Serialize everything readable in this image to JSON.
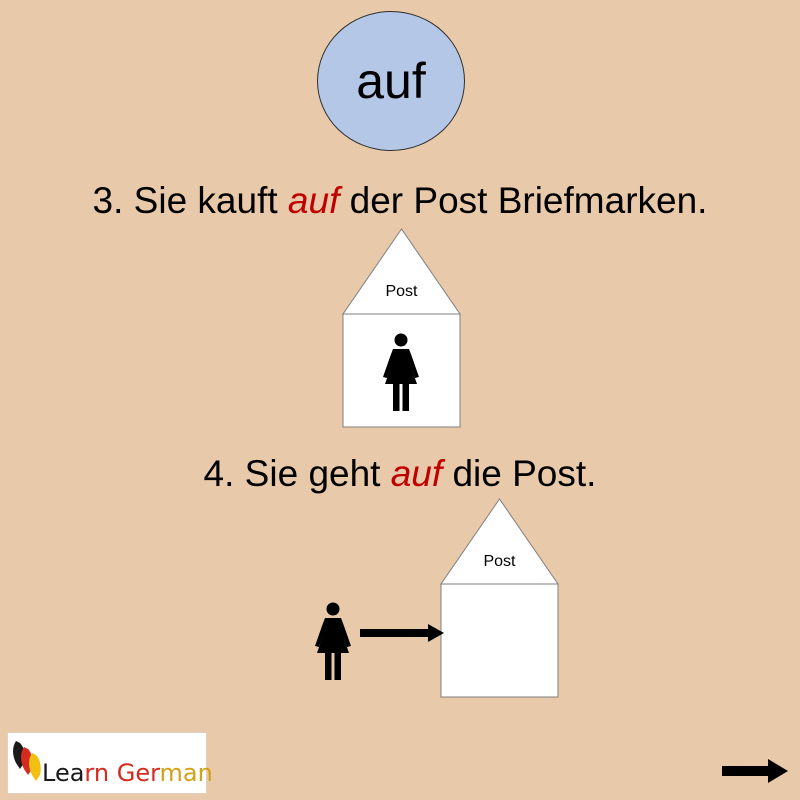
{
  "title": {
    "word": "auf"
  },
  "sentence3": {
    "before": "3. Sie kauft ",
    "highlight": "auf",
    "after": " der Post Briefmarken."
  },
  "sentence4": {
    "before": "4. Sie geht ",
    "highlight": "auf",
    "after": " die Post."
  },
  "house1": {
    "label": "Post"
  },
  "house2": {
    "label": "Post"
  },
  "logo": {
    "part1": "Lea",
    "part2": "rn ",
    "part3": "Ger",
    "part4": "man"
  },
  "colors": {
    "background": "#e8c9aa",
    "circle": "#b4c7e7",
    "highlight": "#c00000"
  }
}
